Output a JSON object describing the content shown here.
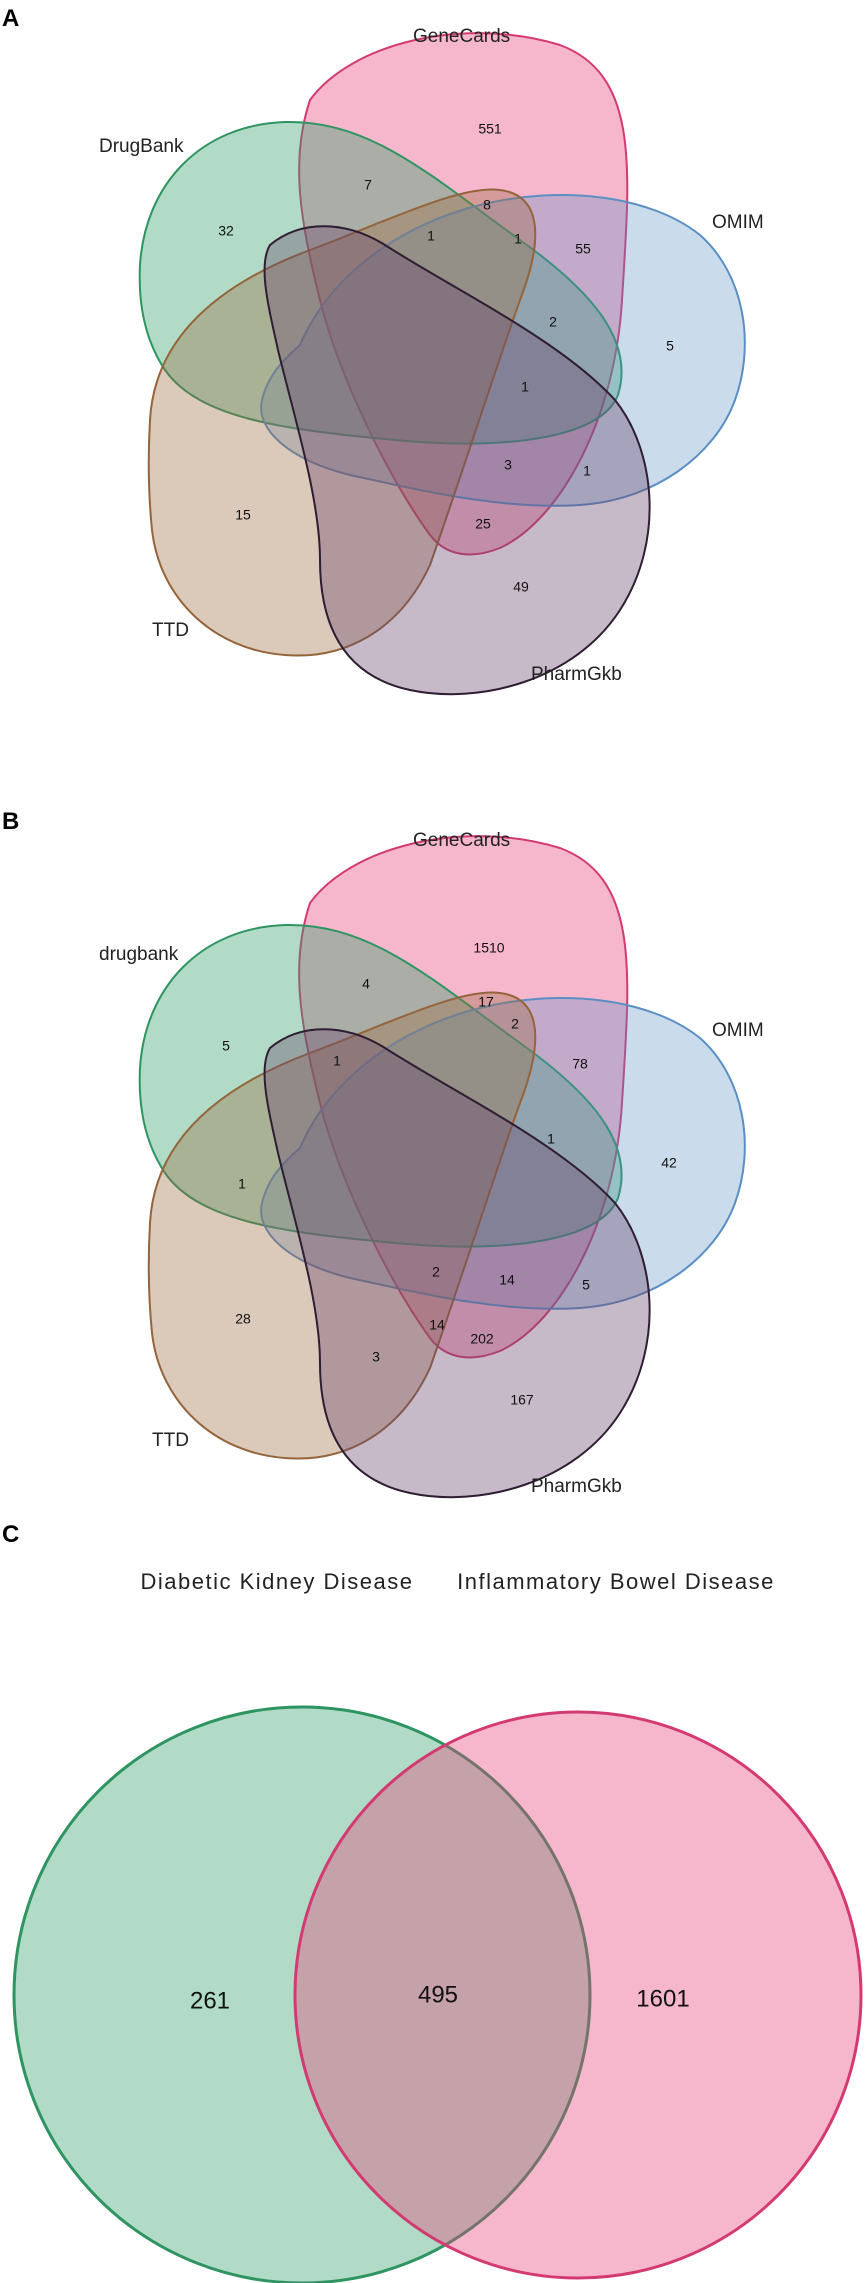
{
  "colors": {
    "green": "#33a06a",
    "pink": "#e8437b",
    "blue": "#5b8fc4",
    "brown": "#9a6a3f",
    "purple": "#3a2540"
  },
  "panel_a": {
    "letter": "A",
    "labels": {
      "genecards": "GeneCards",
      "drugbank": "DrugBank",
      "omim": "OMIM",
      "ttd": "TTD",
      "pharmgkb": "PharmGkb"
    },
    "counts": [
      "551",
      "7",
      "8",
      "32",
      "1",
      "1",
      "55",
      "2",
      "5",
      "1",
      "3",
      "1",
      "15",
      "25",
      "49"
    ]
  },
  "panel_b": {
    "letter": "B",
    "labels": {
      "genecards": "GeneCards",
      "drugbank": "drugbank",
      "omim": "OMIM",
      "ttd": "TTD",
      "pharmgkb": "PharmGkb"
    },
    "counts": [
      "1510",
      "4",
      "17",
      "2",
      "78",
      "5",
      "1",
      "1",
      "42",
      "1",
      "2",
      "14",
      "5",
      "28",
      "14",
      "202",
      "3",
      "167"
    ]
  },
  "panel_c": {
    "letter": "C",
    "labels": {
      "left": "Diabetic Kidney Disease",
      "right": "Inflammatory Bowel Disease"
    },
    "counts": {
      "left_only": "261",
      "both": "495",
      "right_only": "1601"
    }
  }
}
